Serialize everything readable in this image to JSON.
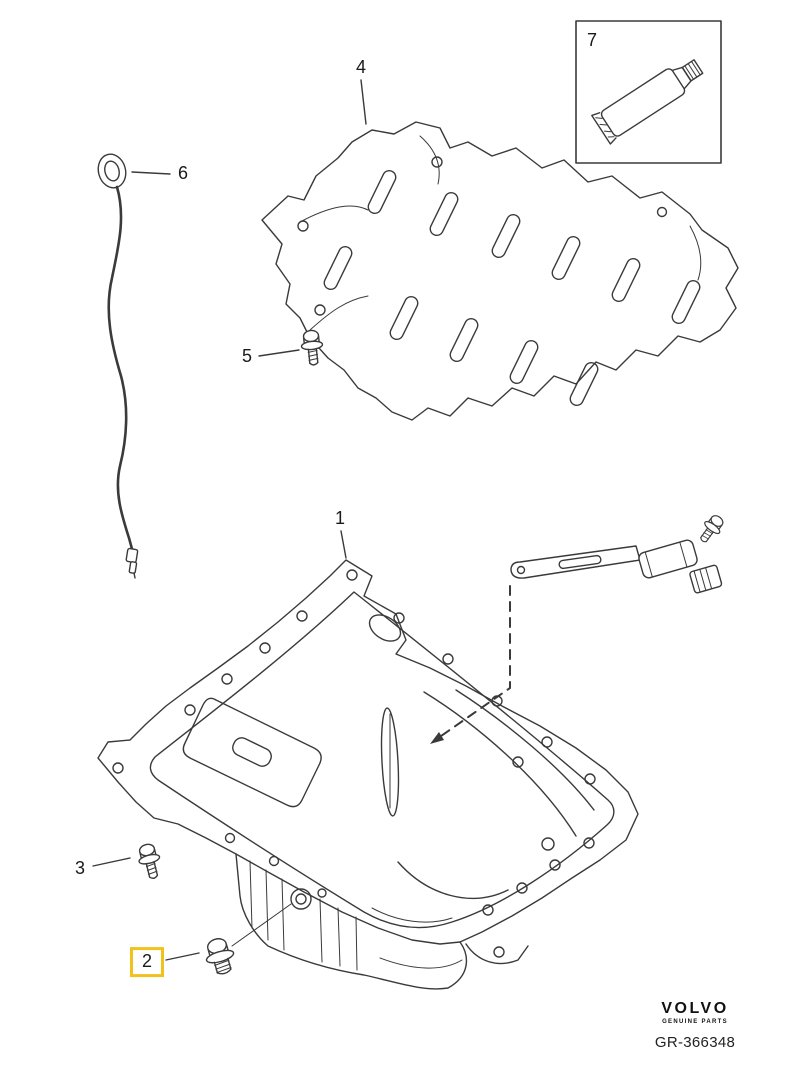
{
  "callouts": {
    "c1": "1",
    "c2": "2",
    "c3": "3",
    "c4": "4",
    "c5": "5",
    "c6": "6",
    "c7": "7"
  },
  "highlighted_callout": "2",
  "footer": {
    "brand": "VOLVO",
    "brand_subtitle": "GENUINE PARTS",
    "reference": "GR-366348"
  },
  "colors": {
    "line": "#3a3a3a",
    "callout_text": "#1a1a1a",
    "highlight": "#f0c21b",
    "background": "#ffffff"
  }
}
